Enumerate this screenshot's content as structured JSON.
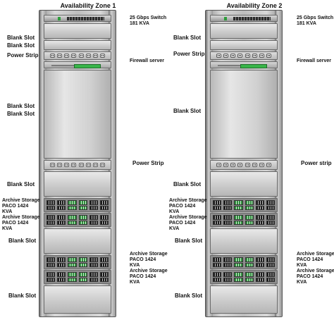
{
  "zones": [
    {
      "title": "Availability Zone 1",
      "labels": {
        "switch": "25 Gbps Switch",
        "switch_power": "181 KVA",
        "blank_1": "Blank Slot",
        "blank_2": "Blank Slot",
        "power_strip_top": "Power Strip",
        "firewall": "Firewall server",
        "blank_3": "Blank Slot",
        "blank_4": "Blank Slot",
        "power_strip_mid": "Power Strip",
        "blank_5": "Blank Slot",
        "storage_1_name": "Archive Storage",
        "storage_1_model": "PACO 1424",
        "storage_1_unit": "KVA",
        "storage_2_name": "Archive Storage",
        "storage_2_model": "PACO 1424",
        "storage_2_unit": "KVA",
        "blank_6": "Blank Slot",
        "storage_3_name": "Archive Storage",
        "storage_3_model": "PACO 1424",
        "storage_3_unit": "KVA",
        "storage_4_name": "Archive Storage",
        "storage_4_model": "PACO 1424",
        "storage_4_unit": "KVA",
        "blank_7": "Blank Slot"
      }
    },
    {
      "title": "Availability Zone 2",
      "labels": {
        "switch": "25 Gbps Switch",
        "switch_power": "181 KVA",
        "blank_1": "Blank Slot",
        "power_strip_top": "Power Strip",
        "firewall": "Firewall server",
        "blank_3": "Blank Slot",
        "power_strip_mid": "Power strip",
        "blank_5": "Blank Slot",
        "storage_1_name": "Archive Storage",
        "storage_1_model": "PACO 1424",
        "storage_1_unit": "KVA",
        "storage_2_name": "Archive Storage",
        "storage_2_model": "PACO 1424",
        "storage_2_unit": "KVA",
        "blank_6": "Blank Slot",
        "storage_3_name": "Archive Storage",
        "storage_3_model": "PACO 1424",
        "storage_3_unit": "KVA",
        "storage_4_name": "Archive Storage",
        "storage_4_model": "PACO 1424",
        "storage_4_unit": "KVA",
        "blank_7": "Blank Slot"
      }
    }
  ]
}
